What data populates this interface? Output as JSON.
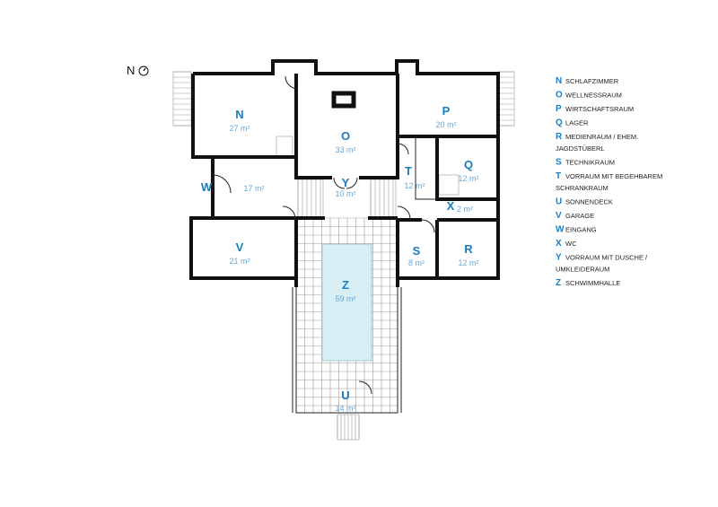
{
  "compass": {
    "label": "N"
  },
  "rooms": [
    {
      "letter": "N",
      "area": "27 m²"
    },
    {
      "letter": "O",
      "area": "33 m²"
    },
    {
      "letter": "P",
      "area": "20 m²"
    },
    {
      "letter": "Q",
      "area": "12 m²"
    },
    {
      "letter": "T",
      "area": "12 m²"
    },
    {
      "letter": "Y",
      "area": "10 m²"
    },
    {
      "letter": "W",
      "area": "17 m²"
    },
    {
      "letter": "X",
      "area": "2 m²"
    },
    {
      "letter": "V",
      "area": "21 m²"
    },
    {
      "letter": "S",
      "area": "8 m²"
    },
    {
      "letter": "R",
      "area": "12 m²"
    },
    {
      "letter": "Z",
      "area": "59 m²"
    },
    {
      "letter": "U",
      "area": "14 m²"
    }
  ],
  "legend": [
    {
      "letter": "N",
      "text": "SCHLAFZIMMER",
      "text2": ""
    },
    {
      "letter": "O",
      "text": "WELLNESSRAUM",
      "text2": ""
    },
    {
      "letter": "P",
      "text": "WIRTSCHAFTSRAUM",
      "text2": ""
    },
    {
      "letter": "Q",
      "text": "LAGER",
      "text2": ""
    },
    {
      "letter": "R",
      "text": "MEDIENRAUM / EHEM.",
      "text2": "JAGDSTÜBERL"
    },
    {
      "letter": "S",
      "text": "TECHNIKRAUM",
      "text2": ""
    },
    {
      "letter": "T",
      "text": "VORRAUM MIT BEGEHBAREM",
      "text2": "SCHRANKRAUM"
    },
    {
      "letter": "U",
      "text": "SONNENDECK",
      "text2": ""
    },
    {
      "letter": "V",
      "text": "GARAGE",
      "text2": ""
    },
    {
      "letter": "W",
      "text": "EINGANG",
      "text2": ""
    },
    {
      "letter": "X",
      "text": "WC",
      "text2": ""
    },
    {
      "letter": "Y",
      "text": "VORRAUM MIT DUSCHE /",
      "text2": "UMKLEIDERAUM"
    },
    {
      "letter": "Z",
      "text": "SCHWIMMHALLE",
      "text2": ""
    }
  ],
  "colors": {
    "accent": "#1a7dbf",
    "area_text": "#6aa7d6",
    "pool": "#d7eef5"
  }
}
